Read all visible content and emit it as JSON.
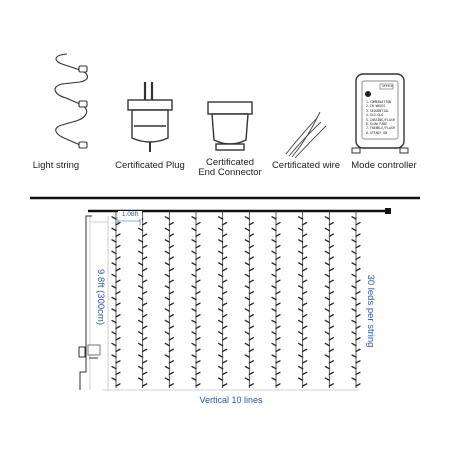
{
  "components": [
    {
      "label": "Light string",
      "icon": "light-string-icon"
    },
    {
      "label": "Certificated Plug",
      "icon": "plug-icon"
    },
    {
      "label": "Certificated End Connector",
      "icon": "end-connector-icon"
    },
    {
      "label": "Certificated wire",
      "icon": "wire-icon"
    },
    {
      "label": "Mode controller",
      "icon": "mode-controller-icon"
    }
  ],
  "controller": {
    "brand": "OFFICE",
    "modes": [
      "1.COMBINATION",
      "2.IN WAVES",
      "3.SEQUENTIAL",
      "4.SLO-GLO",
      "5.CHASING/FLASH",
      "6.SLOW FADE",
      "7.TWINKLE/FLASH",
      "8.STEADY ON"
    ]
  },
  "curtain": {
    "spacing_label": "1.08ft",
    "height_label": "9.8ft   (300cm)",
    "lines_label": "Vertical 10 lines",
    "leds_label": "30 leds per string",
    "line_count": 10,
    "leds_per_string": 30
  },
  "colors": {
    "accent_blue": "#2b57b8",
    "line": "#222222",
    "frame": "#cfcfcf"
  }
}
